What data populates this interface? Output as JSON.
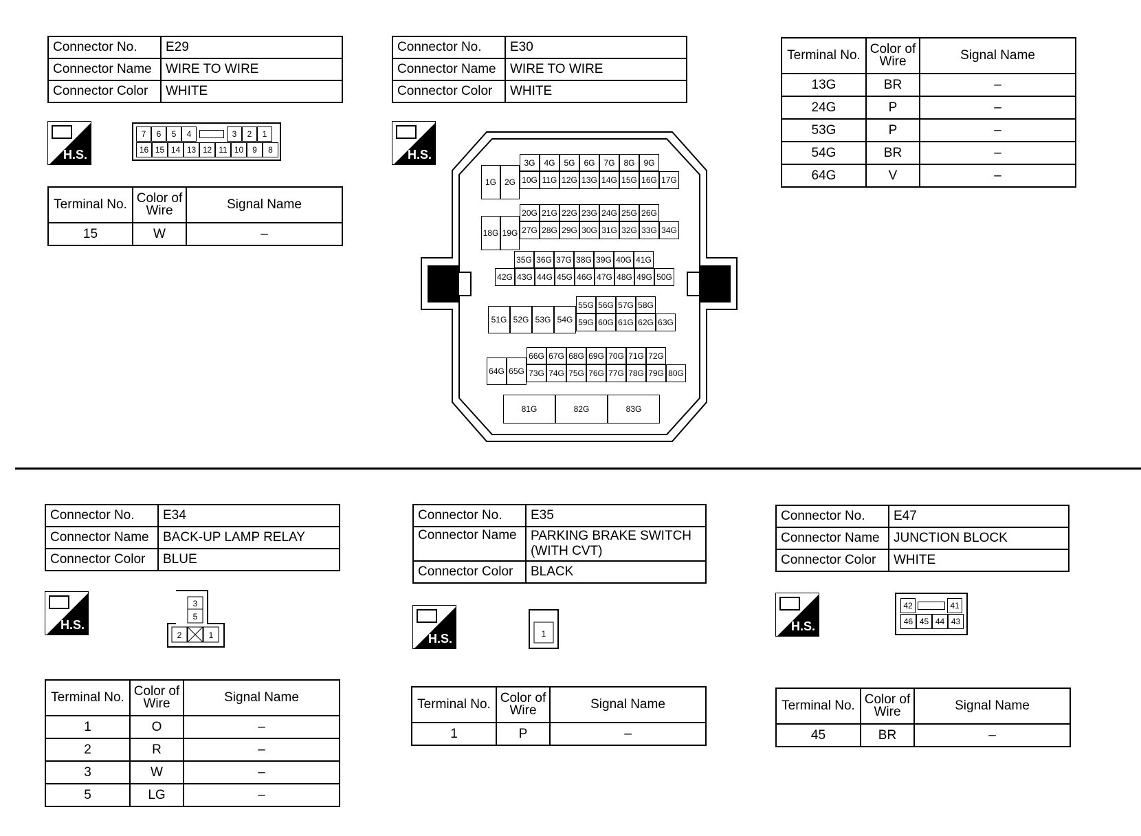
{
  "labels": {
    "connector_no": "Connector No.",
    "connector_name": "Connector Name",
    "connector_color": "Connector Color",
    "terminal_no": "Terminal No.",
    "color_of_wire": "Color of Wire",
    "signal_name": "Signal Name",
    "hs": "H.S."
  },
  "e29": {
    "no": "E29",
    "name": "WIRE TO WIRE",
    "color": "WHITE",
    "terminals": [
      {
        "t": "15",
        "c": "W",
        "s": "–"
      }
    ],
    "pins_top": [
      "7",
      "6",
      "5",
      "4",
      "",
      "3",
      "2",
      "1"
    ],
    "pins_bottom": [
      "16",
      "15",
      "14",
      "13",
      "12",
      "11",
      "10",
      "9",
      "8"
    ]
  },
  "e30": {
    "no": "E30",
    "name": "WIRE TO WIRE",
    "color": "WHITE",
    "terminals": [
      {
        "t": "13G",
        "c": "BR",
        "s": "–"
      },
      {
        "t": "24G",
        "c": "P",
        "s": "–"
      },
      {
        "t": "53G",
        "c": "P",
        "s": "–"
      },
      {
        "t": "54G",
        "c": "BR",
        "s": "–"
      },
      {
        "t": "64G",
        "c": "V",
        "s": "–"
      }
    ],
    "rows": [
      [
        "1G",
        "2G"
      ],
      [
        "3G",
        "4G",
        "5G",
        "6G",
        "7G",
        "8G",
        "9G"
      ],
      [
        "10G",
        "11G",
        "12G",
        "13G",
        "14G",
        "15G",
        "16G",
        "17G"
      ],
      [
        "18G",
        "19G"
      ],
      [
        "20G",
        "21G",
        "22G",
        "23G",
        "24G",
        "25G",
        "26G"
      ],
      [
        "27G",
        "28G",
        "29G",
        "30G",
        "31G",
        "32G",
        "33G",
        "34G"
      ],
      [
        "35G",
        "36G",
        "37G",
        "38G",
        "39G",
        "40G",
        "41G"
      ],
      [
        "42G",
        "43G",
        "44G",
        "45G",
        "46G",
        "47G",
        "48G",
        "49G",
        "50G"
      ],
      [
        "51G",
        "52G",
        "53G",
        "54G"
      ],
      [
        "55G",
        "56G",
        "57G",
        "58G"
      ],
      [
        "59G",
        "60G",
        "61G",
        "62G",
        "63G"
      ],
      [
        "64G",
        "65G"
      ],
      [
        "66G",
        "67G",
        "68G",
        "69G",
        "70G",
        "71G",
        "72G"
      ],
      [
        "73G",
        "74G",
        "75G",
        "76G",
        "77G",
        "78G",
        "79G",
        "80G"
      ],
      [
        "81G",
        "82G",
        "83G"
      ]
    ]
  },
  "e34": {
    "no": "E34",
    "name": "BACK-UP LAMP RELAY",
    "color": "BLUE",
    "terminals": [
      {
        "t": "1",
        "c": "O",
        "s": "–"
      },
      {
        "t": "2",
        "c": "R",
        "s": "–"
      },
      {
        "t": "3",
        "c": "W",
        "s": "–"
      },
      {
        "t": "5",
        "c": "LG",
        "s": "–"
      }
    ],
    "pins": [
      "3",
      "5",
      "2",
      "1"
    ]
  },
  "e35": {
    "no": "E35",
    "name_line1": "PARKING BRAKE SWITCH",
    "name_line2": "(WITH CVT)",
    "color": "BLACK",
    "terminals": [
      {
        "t": "1",
        "c": "P",
        "s": "–"
      }
    ],
    "pins": [
      "1"
    ]
  },
  "e47": {
    "no": "E47",
    "name": "JUNCTION BLOCK",
    "color": "WHITE",
    "terminals": [
      {
        "t": "45",
        "c": "BR",
        "s": "–"
      }
    ],
    "pins_top": [
      "42",
      "",
      "41"
    ],
    "pins_bottom": [
      "46",
      "45",
      "44",
      "43"
    ]
  }
}
